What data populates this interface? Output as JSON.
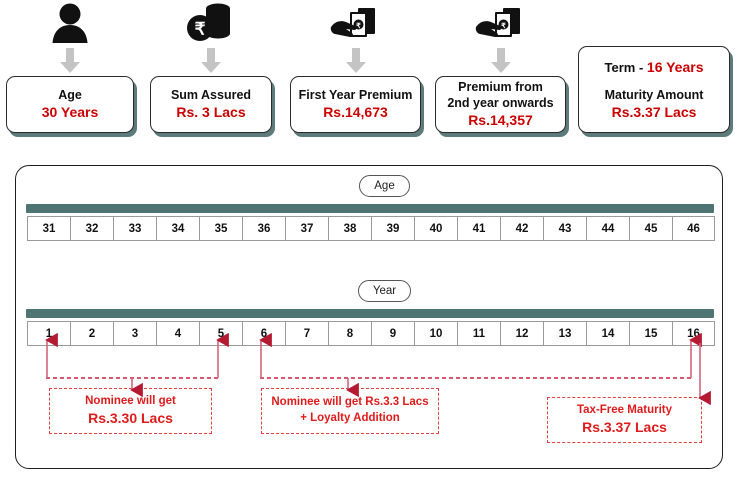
{
  "top_cards": [
    {
      "icon": "person-icon",
      "arrow": "gray-down-arrow-icon",
      "label": "Age",
      "value": "30 Years"
    },
    {
      "icon": "rupee-coins-icon",
      "arrow": "gray-down-arrow-icon",
      "label": "Sum Assured",
      "value": "Rs. 3 Lacs"
    },
    {
      "icon": "hand-cash-icon",
      "arrow": "gray-down-arrow-icon",
      "label": "First Year Premium",
      "value": "Rs.14,673"
    },
    {
      "icon": "hand-cash-icon",
      "arrow": "gray-down-arrow-icon",
      "label": "Premium from",
      "label2": "2nd year onwards",
      "value": "Rs.14,357"
    }
  ],
  "summary_card": {
    "term_label": "Term",
    "term_dash": "-",
    "term_value": "16 Years",
    "maturity_label": "Maturity Amount",
    "maturity_value": "Rs.3.37 Lacs"
  },
  "timeline": {
    "age": {
      "pill_label": "Age",
      "values": [
        "31",
        "32",
        "33",
        "34",
        "35",
        "36",
        "37",
        "38",
        "39",
        "40",
        "41",
        "42",
        "43",
        "44",
        "45",
        "46"
      ]
    },
    "year": {
      "pill_label": "Year",
      "values": [
        "1",
        "2",
        "3",
        "4",
        "5",
        "6",
        "7",
        "8",
        "9",
        "10",
        "11",
        "12",
        "13",
        "14",
        "15",
        "16"
      ]
    },
    "markers": [
      "1",
      "5",
      "6",
      "16"
    ]
  },
  "callouts": [
    {
      "line1": "Nominee will get",
      "line2": "Rs.3.30 Lacs",
      "span_from_year": "1",
      "span_to_year": "5"
    },
    {
      "line1": "Nominee will get Rs.3.3 Lacs",
      "line2": "+ Loyalty Addition",
      "span_from_year": "6",
      "span_to_year": "16"
    },
    {
      "line1": "Tax-Free Maturity",
      "line2": "Rs.3.37 Lacs",
      "span_from_year": "16",
      "span_to_year": "16"
    }
  ],
  "colors": {
    "red": "#cc0000",
    "callout_red": "#e01b1b",
    "teal": "#4f7474",
    "gray_arrow": "#c4c4c4",
    "card_border": "#2b2b2b",
    "card_shadow": "#5d7b7b"
  }
}
